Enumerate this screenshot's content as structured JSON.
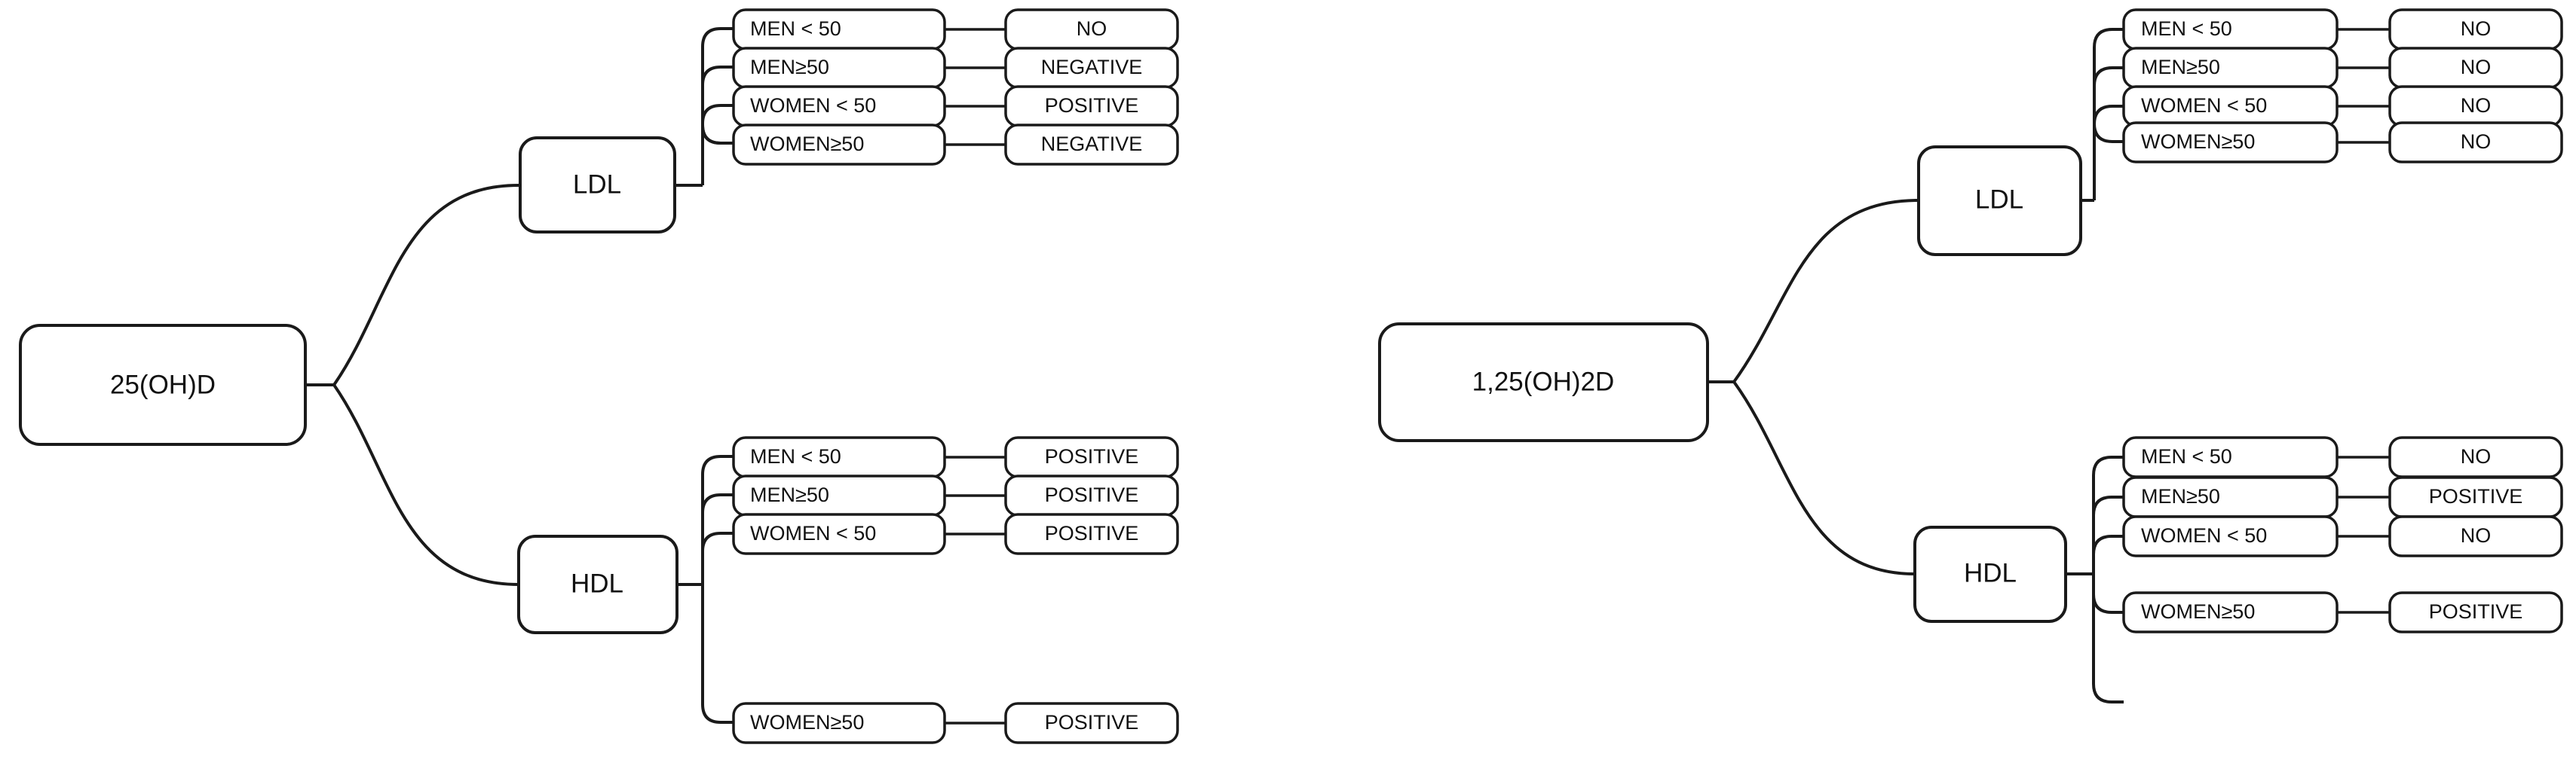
{
  "diagram": {
    "type": "decision-tree-pair",
    "background_color": "#ffffff",
    "stroke_color": "#1a1a1a",
    "text_color": "#111111",
    "trees": [
      {
        "id": "tree-25ohd",
        "root": {
          "label": "25(OH)D"
        },
        "branches": [
          {
            "id": "ldl",
            "label": "LDL",
            "leaves": [
              {
                "label": "MEN < 50",
                "result": "NO"
              },
              {
                "label": "MEN≥50",
                "result": "NEGATIVE"
              },
              {
                "label": "WOMEN < 50",
                "result": "POSITIVE"
              },
              {
                "label": "WOMEN≥50",
                "result": "NEGATIVE"
              }
            ]
          },
          {
            "id": "hdl",
            "label": "HDL",
            "leaves": [
              {
                "label": "MEN < 50",
                "result": "POSITIVE"
              },
              {
                "label": "MEN≥50",
                "result": "POSITIVE"
              },
              {
                "label": "WOMEN < 50",
                "result": "POSITIVE"
              },
              {
                "label": "WOMEN≥50",
                "result": "POSITIVE"
              }
            ]
          }
        ]
      },
      {
        "id": "tree-125oh2d",
        "root": {
          "label": "1,25(OH)2D"
        },
        "branches": [
          {
            "id": "ldl",
            "label": "LDL",
            "leaves": [
              {
                "label": "MEN < 50",
                "result": "NO"
              },
              {
                "label": "MEN≥50",
                "result": "NO"
              },
              {
                "label": "WOMEN < 50",
                "result": "NO"
              },
              {
                "label": "WOMEN≥50",
                "result": "NO"
              }
            ]
          },
          {
            "id": "hdl",
            "label": "HDL",
            "leaves": [
              {
                "label": "MEN < 50",
                "result": "NO"
              },
              {
                "label": "MEN≥50",
                "result": "POSITIVE"
              },
              {
                "label": "WOMEN < 50",
                "result": "NO"
              },
              {
                "label": "WOMEN≥50",
                "result": "POSITIVE"
              }
            ]
          }
        ]
      }
    ]
  }
}
